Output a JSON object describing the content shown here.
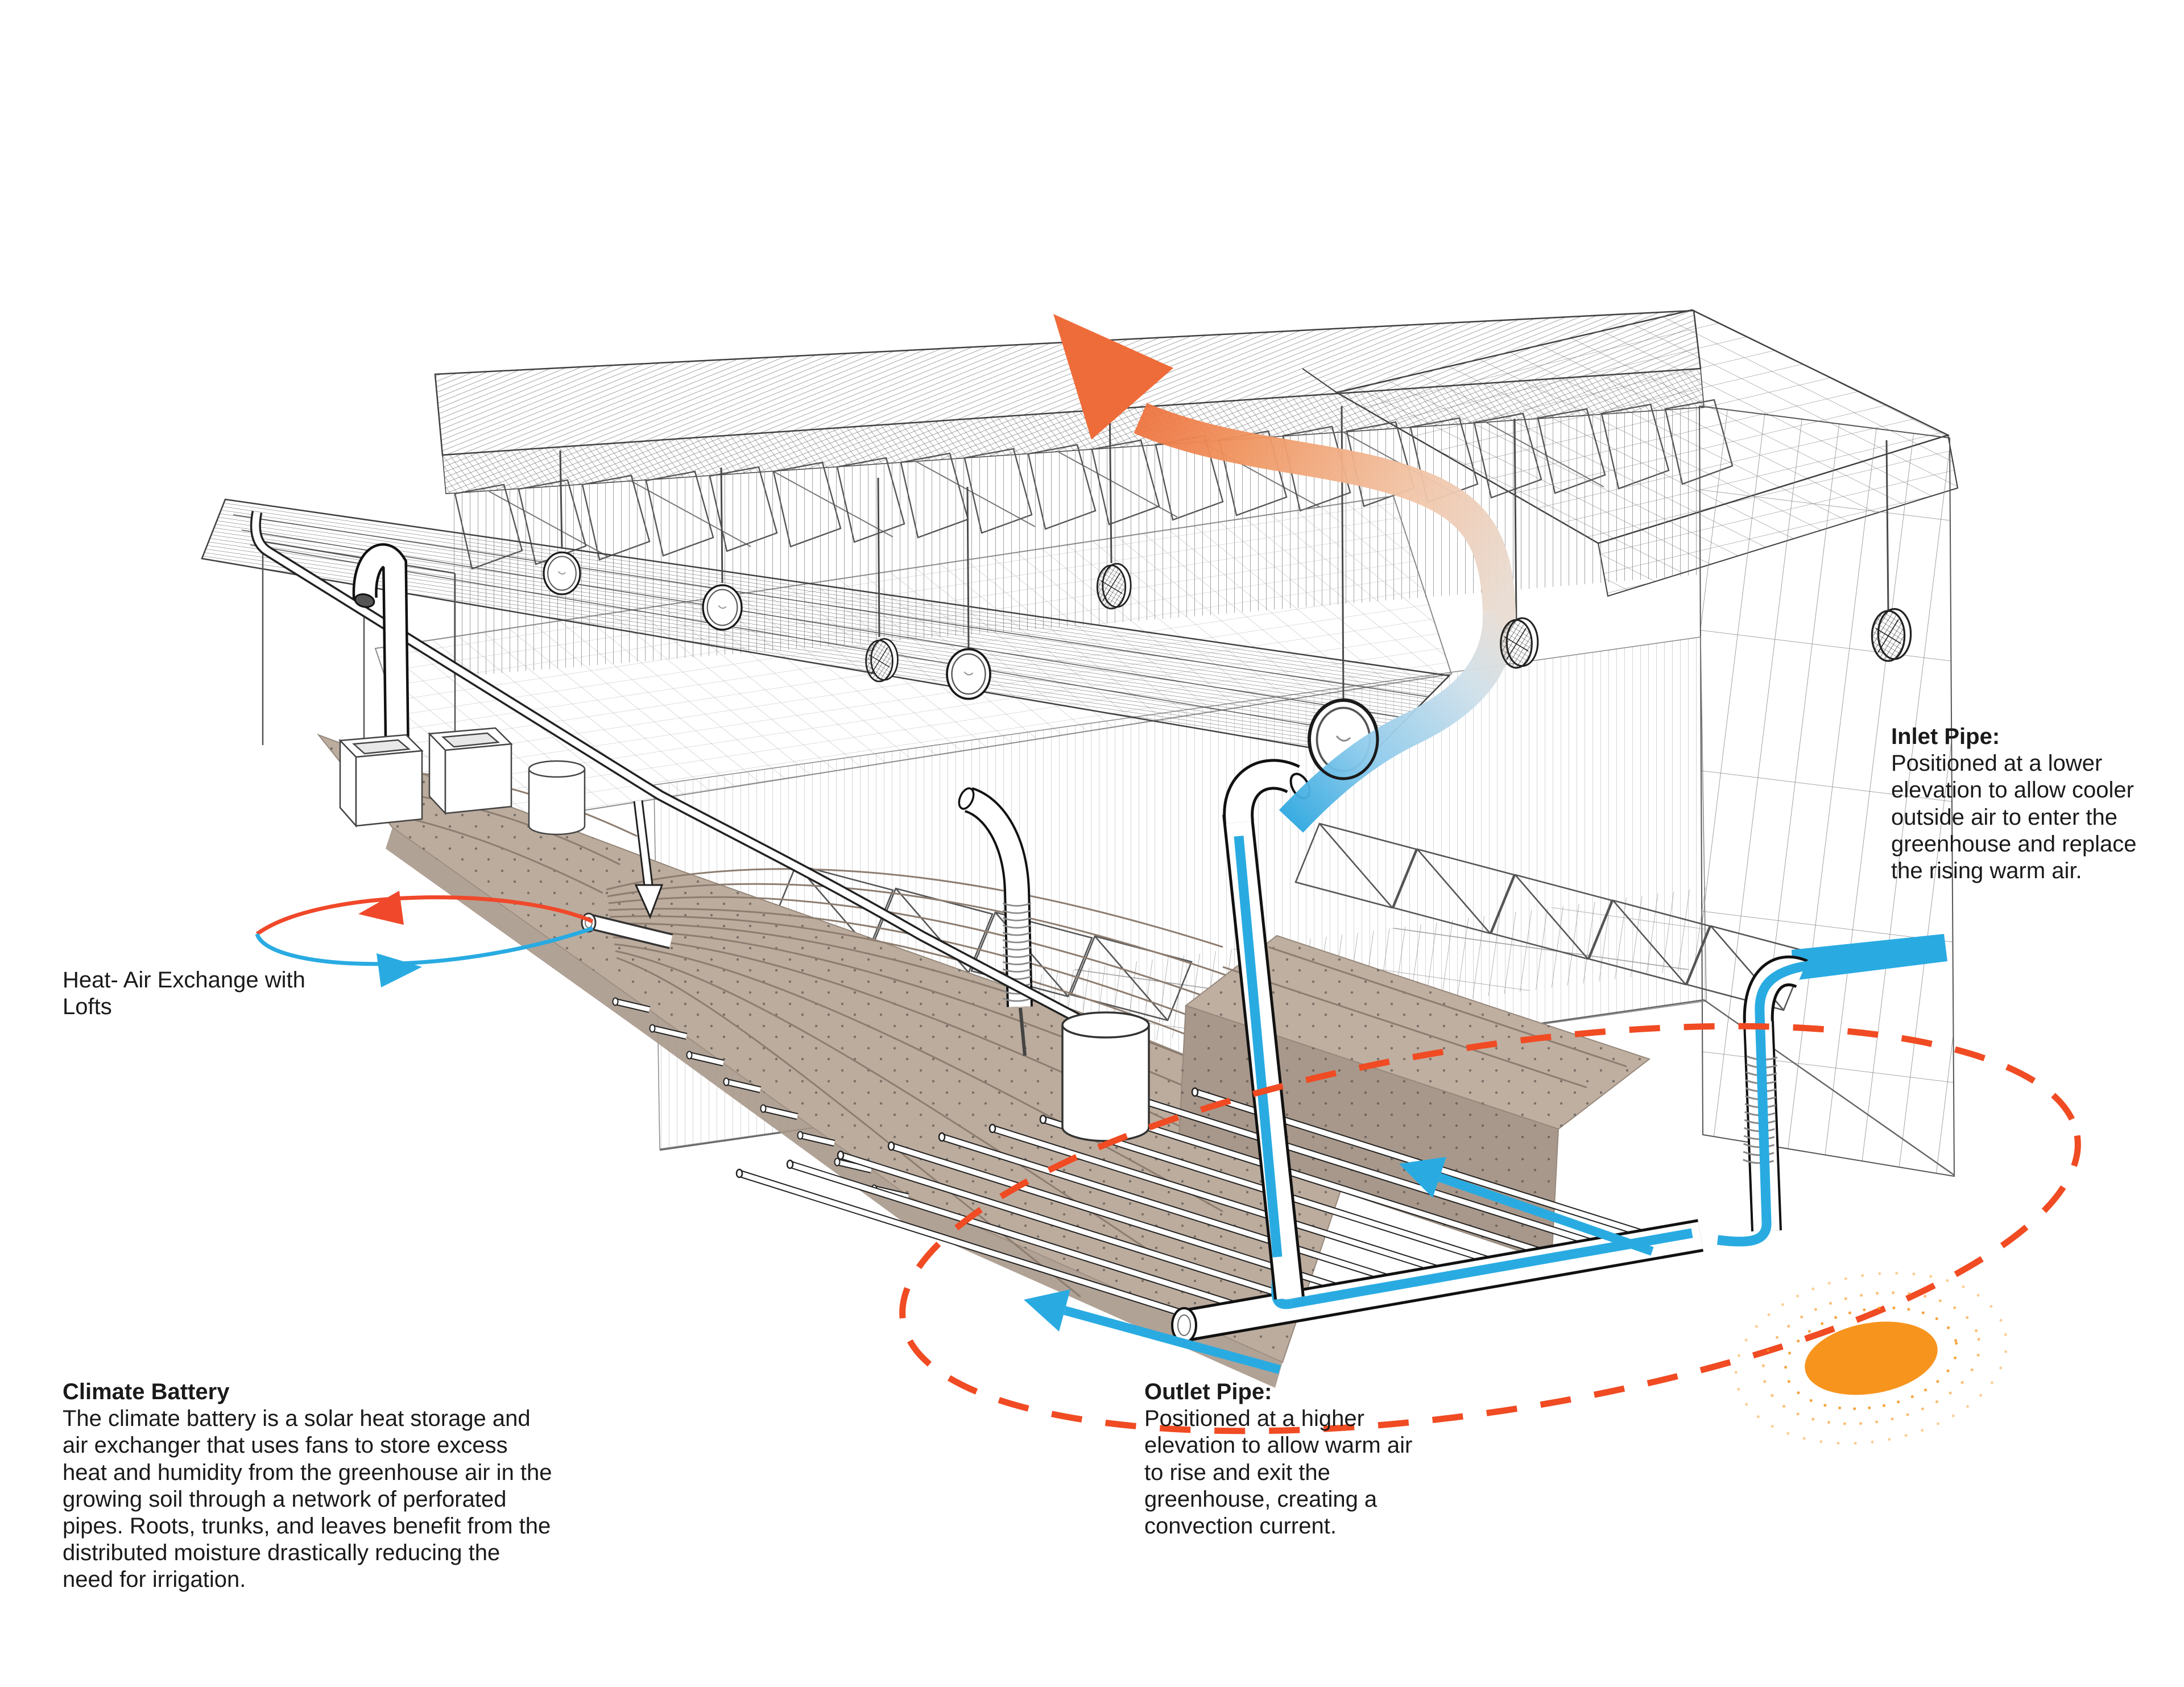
{
  "page": {
    "background": "#ffffff",
    "type": "greenhouse climate battery schematic"
  },
  "labels": {
    "inlet": {
      "title": "Inlet Pipe:",
      "body": "Positioned at a lower\nelevation to allow cooler\noutside air to enter the\ngreenhouse and replace\nthe rising warm air."
    },
    "heat_exchange": {
      "body": "Heat- Air Exchange with\nLofts"
    },
    "climate_battery": {
      "title": "Climate Battery",
      "body": "The climate battery is a solar heat storage and\nair exchanger that uses fans to store excess\nheat and humidity from the greenhouse air in the\ngrowing soil through a network of perforated\npipes. Roots, trunks, and leaves benefit from the\ndistributed moisture drastically reducing the\nneed for irrigation."
    },
    "outlet": {
      "title": "Outlet Pipe:",
      "body": "Positioned at a higher\nelevation to allow warm air\nto rise and exit the\ngreenhouse, creating a\nconvection current."
    }
  },
  "colors": {
    "warm_air_arrow": "#EE6C3A",
    "cool_air": "#29ABE2",
    "sun": "#F7941D",
    "convection_cycle_dash": "#F04B23",
    "soil_top": "#BCAC9E",
    "soil_front": "#A8988B",
    "wireframe_line": "#4A4A4A",
    "text": "#1A1A1A"
  },
  "flows": [
    {
      "name": "warm-air-exhaust",
      "color": "#EE6C3A",
      "direction": "up and out through roof"
    },
    {
      "name": "cool-air-intake",
      "color": "#29ABE2",
      "direction": "in from inlet, through soil manifold, up outlet"
    },
    {
      "name": "loft-heat-exchange-loop",
      "colors": [
        "#F0482A",
        "#29ABE2"
      ]
    },
    {
      "name": "convection-cycle",
      "color": "#F04B23",
      "style": "dashed ellipse"
    }
  ],
  "icons": {
    "sun": "orange ellipse with dotted radiating rings"
  }
}
